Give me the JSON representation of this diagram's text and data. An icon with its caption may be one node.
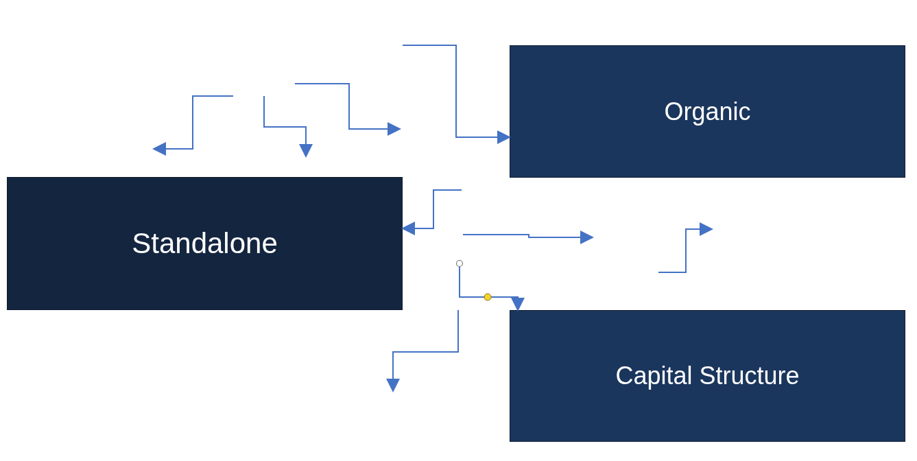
{
  "diagram": {
    "nodes": [
      {
        "text": [
          "Organic"
        ]
      },
      {
        "text": [
          "Standalone"
        ]
      },
      {
        "text": [
          "Capital Structure"
        ]
      }
    ],
    "edges": [
      {
        "from": null,
        "to": 0,
        "arrow": "to"
      },
      {
        "from": null,
        "to": 2,
        "arrow": "to"
      },
      {
        "from": null,
        "to": 1,
        "arrow": "to"
      }
    ]
  }
}
